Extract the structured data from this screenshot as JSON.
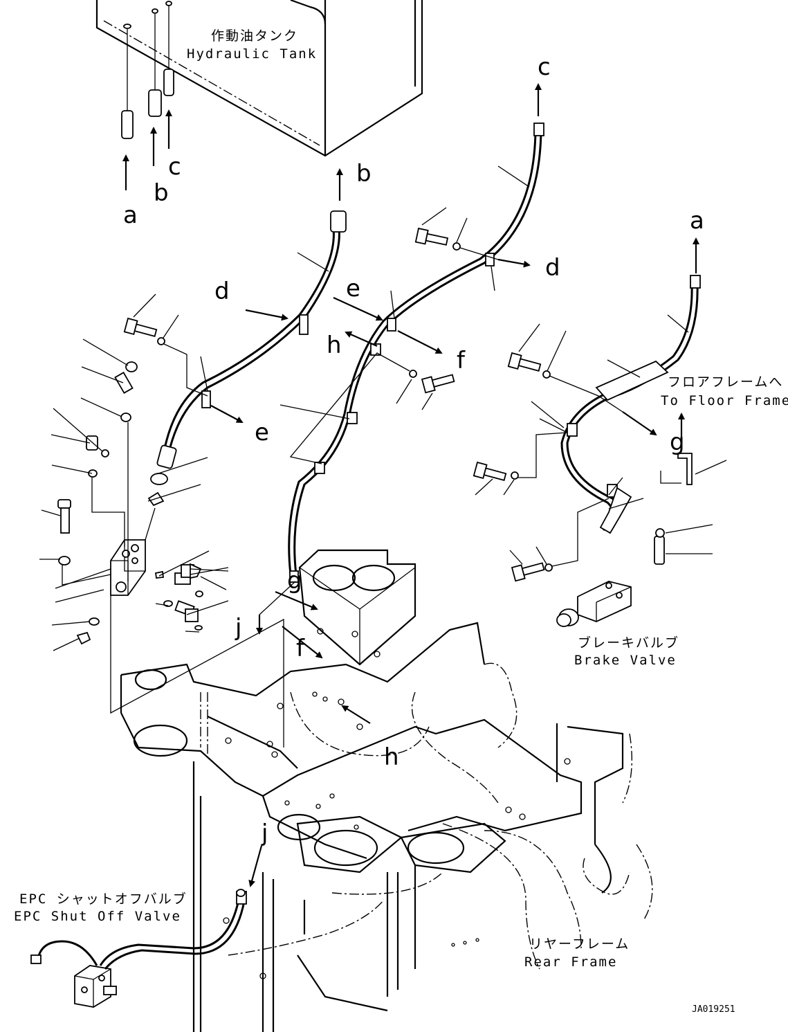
{
  "labels": {
    "hydraulic_tank_jp": "作動油タンク",
    "hydraulic_tank_en": "Hydraulic Tank",
    "floor_frame_jp": "フロアフレームへ",
    "floor_frame_en": "To Floor Frame",
    "brake_valve_jp": "ブレーキバルブ",
    "brake_valve_en": "Brake Valve",
    "epc_valve_jp": "EPC シャットオフバルブ",
    "epc_valve_en": "EPC Shut Off Valve",
    "rear_frame_jp": "リヤーフレーム",
    "rear_frame_en": "Rear Frame",
    "drawing_code": "JA019251"
  },
  "callouts": {
    "a1": "a",
    "a2": "a",
    "b1": "b",
    "b2": "b",
    "c1": "c",
    "c2": "c",
    "d1": "d",
    "d2": "d",
    "e1": "e",
    "e2": "e",
    "f1": "f",
    "f2": "f",
    "g1": "g",
    "g2": "g",
    "h1": "h",
    "h2": "h",
    "j1": "j",
    "j2": "j"
  }
}
